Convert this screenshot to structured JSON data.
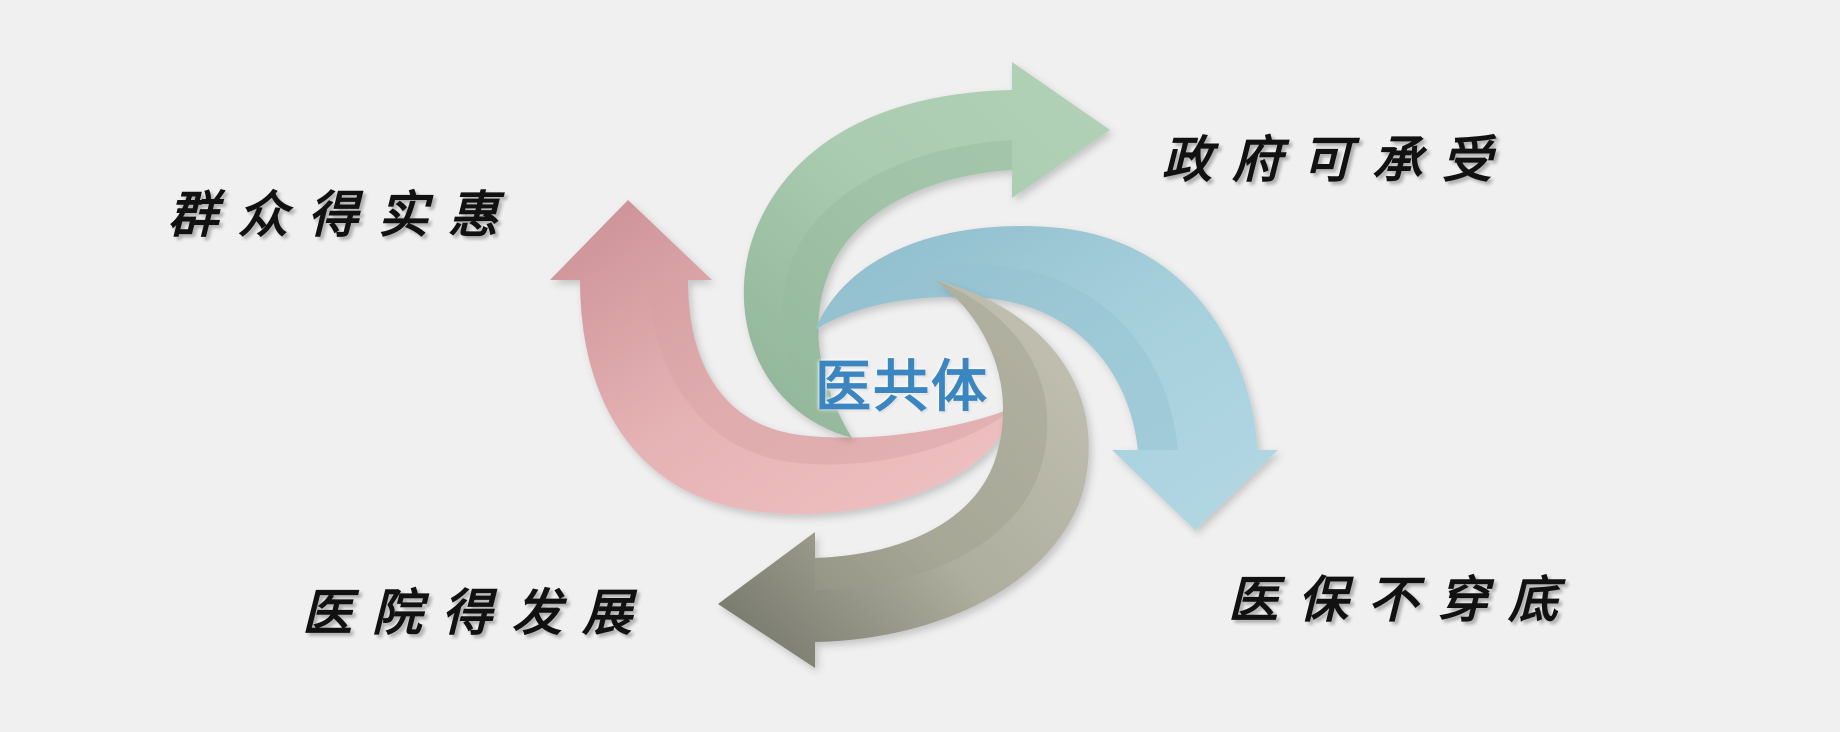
{
  "center_label": "医共体",
  "labels": {
    "top_left": "群众得实惠",
    "top_right": "政府可承受",
    "bottom_left": "医院得发展",
    "bottom_right": "医保不穿底"
  },
  "colors": {
    "background": "#f0f0f0",
    "pink_arrow": "#e8b4b6",
    "green_arrow": "#a9cbb0",
    "blue_arrow": "#a6cfdc",
    "gray_arrow": "#b5b5a6",
    "center_text": "#3b86c0",
    "label_text": "#111111"
  }
}
